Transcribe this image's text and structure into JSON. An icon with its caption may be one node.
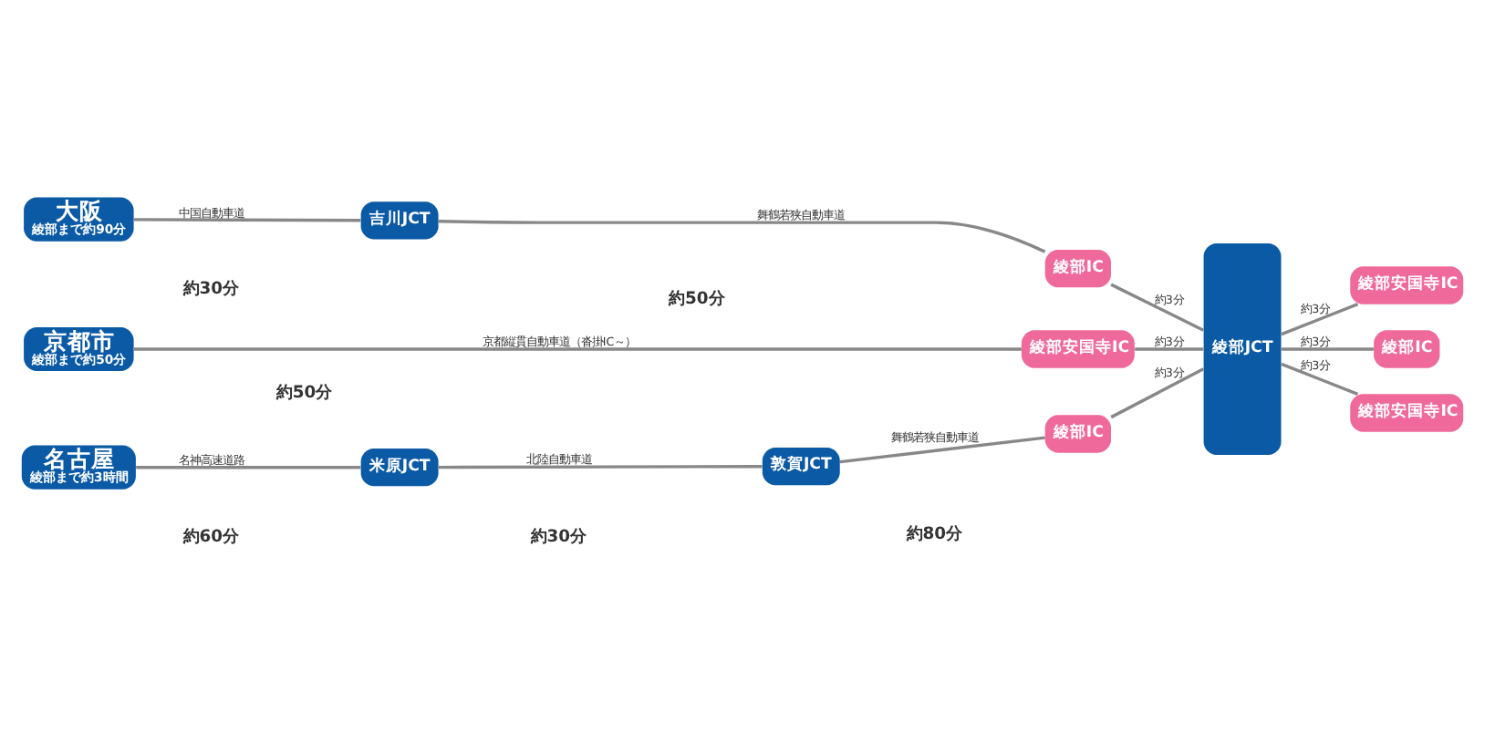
{
  "diagram": {
    "nodes": [
      {
        "text": [
          "大阪",
          "綾部まで約90分"
        ]
      },
      {
        "text": [
          "吉川JCT"
        ]
      },
      {
        "text": [
          "綾部IC"
        ]
      },
      {
        "text": [
          "綾部JCT"
        ]
      },
      {
        "text": [
          "綾部安国寺IC"
        ]
      },
      {
        "text": [
          "京都市",
          "綾部まで約50分"
        ]
      },
      {
        "text": [
          "綾部安国寺IC"
        ]
      },
      {
        "text": [
          "綾部IC"
        ]
      },
      {
        "text": [
          "名古屋",
          "綾部まで約3時間"
        ]
      },
      {
        "text": [
          "米原JCT"
        ]
      },
      {
        "text": [
          "敦賀JCT"
        ]
      },
      {
        "text": [
          "綾部IC"
        ]
      },
      {
        "text": [
          "綾部安国寺IC"
        ]
      }
    ],
    "edges": [
      {
        "from": 0,
        "to": 1,
        "arrow": "none",
        "label": "中国自動車道"
      },
      {
        "from": 1,
        "to": 2,
        "arrow": "none",
        "label": "舞鶴若狭自動車道"
      },
      {
        "from": 2,
        "to": 3,
        "arrow": "none",
        "label": "約3分"
      },
      {
        "from": 3,
        "to": 4,
        "arrow": "none",
        "label": "約3分"
      },
      {
        "from": 5,
        "to": 6,
        "arrow": "none",
        "label": "京都縦貫自動車道（沓掛IC～）"
      },
      {
        "from": 6,
        "to": 3,
        "arrow": "none",
        "label": "約3分"
      },
      {
        "from": 3,
        "to": 7,
        "arrow": "none",
        "label": "約3分"
      },
      {
        "from": 8,
        "to": 9,
        "arrow": "none",
        "label": "名神高速道路"
      },
      {
        "from": 9,
        "to": 10,
        "arrow": "none",
        "label": "北陸自動車道"
      },
      {
        "from": 10,
        "to": 11,
        "arrow": "none",
        "label": "舞鶴若狭自動車道"
      },
      {
        "from": 11,
        "to": 3,
        "arrow": "none",
        "label": "約3分"
      },
      {
        "from": 3,
        "to": 12,
        "arrow": "none",
        "label": "約3分"
      }
    ],
    "labels": [
      "約30分",
      "約50分",
      "約50分",
      "約60分",
      "約30分",
      "約80分"
    ]
  }
}
